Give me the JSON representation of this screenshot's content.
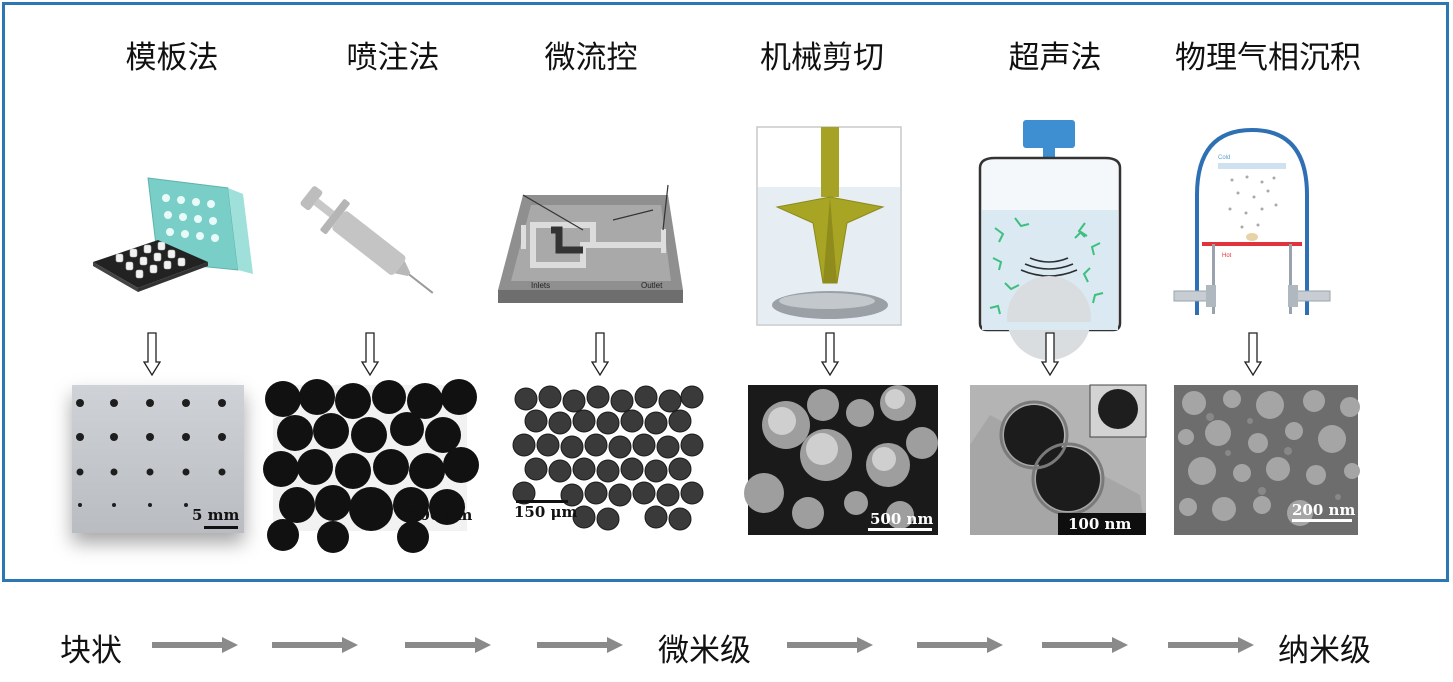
{
  "methods": [
    {
      "title": "模板法",
      "scale": "5 mm"
    },
    {
      "title": "喷注法",
      "scale": "200 μm"
    },
    {
      "title": "微流控",
      "scale": "150 μm"
    },
    {
      "title": "机械剪切",
      "scale": "500 nm"
    },
    {
      "title": "超声法",
      "scale": "100 nm"
    },
    {
      "title": "物理气相沉积",
      "scale": "200 nm"
    }
  ],
  "microfluidic": {
    "inlets": "Inlets",
    "outlet": "Outlet"
  },
  "pvd": {
    "cold": "Cold",
    "hot": "Hot"
  },
  "size_scale": {
    "start": "块状",
    "middle": "微米级",
    "end": "纳米级"
  },
  "colors": {
    "frame": "#2a77b3",
    "arrow": "#8a8a8a",
    "heater": "#e0343c",
    "ultrasonic": "#3d8fd1",
    "teal": "#7fd6cf",
    "olive": "#a8a524"
  }
}
